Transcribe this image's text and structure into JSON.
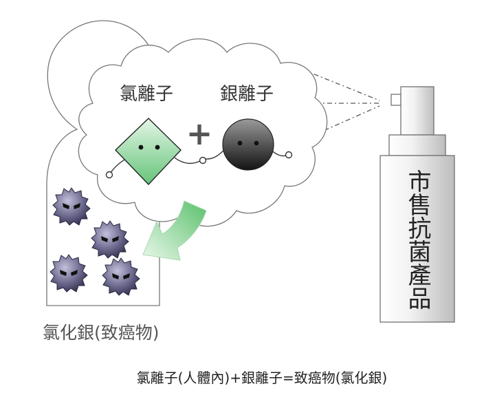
{
  "labels": {
    "chloride_ion": "氯離子",
    "silver_ion": "銀離子",
    "plus": "+",
    "product_vertical": "市售抗菌產品",
    "silver_chloride": "氯化銀(致癌物)",
    "equation": "氯離子(人體內)+銀離子=致癌物(氯化銀)"
  },
  "icons": {
    "chloride": "green-diamond-ion-icon",
    "silver": "dark-sphere-ion-icon",
    "bacteria": "spiky-germ-icon",
    "arrow": "curved-green-arrow-icon",
    "bottle": "spray-bottle-icon"
  },
  "colors": {
    "chloride_light": "#e3f6e6",
    "chloride_dark": "#66c47a",
    "silver_light": "#9a9a9a",
    "silver_dark": "#141414",
    "germ_light": "#b8b6d2",
    "germ_dark": "#33304f",
    "outline": "#666666",
    "text": "#333333"
  }
}
